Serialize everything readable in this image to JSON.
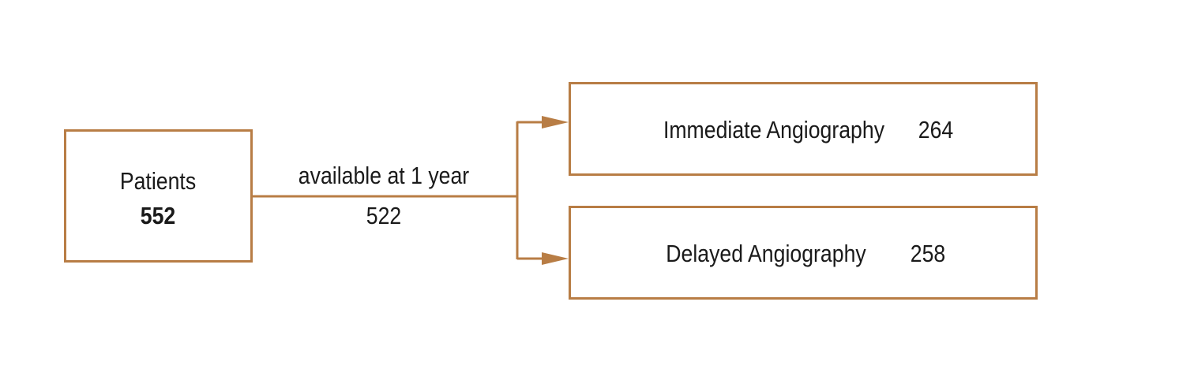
{
  "colors": {
    "accent": "#b87d45",
    "text": "#1a1a1a"
  },
  "patients": {
    "label": "Patients",
    "count": "552"
  },
  "flow": {
    "label": "available at 1 year",
    "count": "522"
  },
  "arms": [
    {
      "label": "Immediate Angiography",
      "count": "264"
    },
    {
      "label": "Delayed Angiography",
      "count": "258"
    }
  ]
}
